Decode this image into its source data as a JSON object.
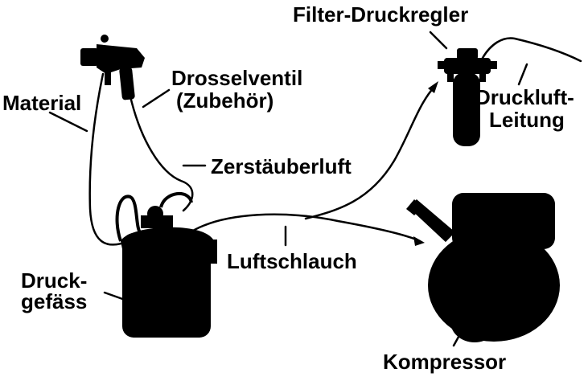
{
  "labels": {
    "filter_regulator": "Filter-Druckregler",
    "throttle_valve_line1": "Drosselventil",
    "throttle_valve_line2": "(Zubehör)",
    "material": "Material",
    "compressed_air_line1": "Druckluft-",
    "compressed_air_line2": "Leitung",
    "atomizing_air": "Zerstäuberluft",
    "pressure_tank_line1": "Druck-",
    "pressure_tank_line2": "gefäss",
    "air_hose": "Luftschlauch",
    "compressor": "Kompressor"
  },
  "colors": {
    "ink": "#000000",
    "background": "#ffffff"
  },
  "icons": {
    "spray_gun": "spray-gun-icon",
    "pressure_tank": "pressure-tank-icon",
    "filter_regulator": "filter-regulator-icon",
    "compressor": "compressor-icon"
  }
}
